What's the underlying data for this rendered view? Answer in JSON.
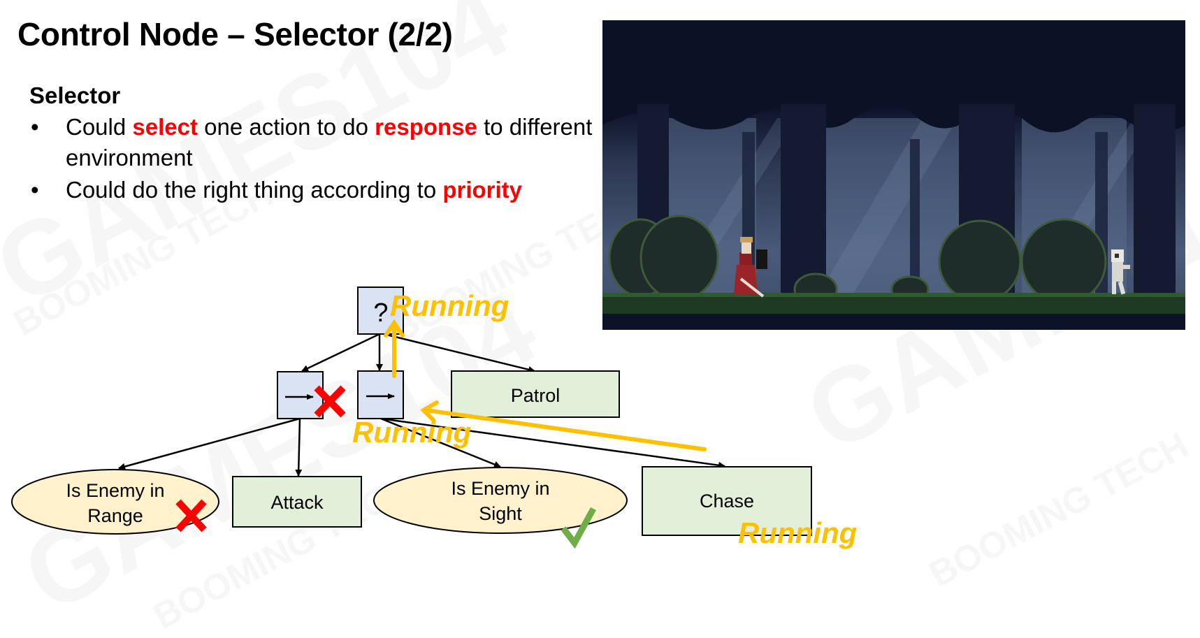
{
  "slide": {
    "title": "Control Node – Selector (2/2)",
    "subheading": "Selector",
    "bullets": [
      {
        "marker": "•",
        "parts": [
          {
            "text": "Could ",
            "emphasis": false
          },
          {
            "text": "select",
            "emphasis": true
          },
          {
            "text": " one action to do ",
            "emphasis": false
          },
          {
            "text": "response",
            "emphasis": true
          },
          {
            "text": " to different environment",
            "emphasis": false
          }
        ]
      },
      {
        "marker": "•",
        "parts": [
          {
            "text": "Could do the right thing according to ",
            "emphasis": false
          },
          {
            "text": "priority",
            "emphasis": true
          }
        ]
      }
    ],
    "watermarks": [
      "GAMES104",
      "BOOMING TECH"
    ]
  },
  "colors": {
    "emphasis": "#ff0000",
    "running": "#ffc000",
    "control_node_fill": "#dae3f3",
    "action_fill": "#e2f0d9",
    "condition_fill": "#fff2cc",
    "fail_mark": "#ff0000",
    "success_mark": "#70ad47"
  },
  "diagram": {
    "nodes": {
      "selector": {
        "type": "selector",
        "symbol": "?"
      },
      "sequence1": {
        "type": "sequence",
        "symbol": "→",
        "status": "failure"
      },
      "sequence2": {
        "type": "sequence",
        "symbol": "→",
        "status": "running"
      },
      "patrol": {
        "type": "action",
        "label": "Patrol"
      },
      "is_enemy_in_range": {
        "type": "condition",
        "label_line1": "Is Enemy in",
        "label_line2": "Range",
        "status": "failure"
      },
      "attack": {
        "type": "action",
        "label": "Attack"
      },
      "is_enemy_in_sight": {
        "type": "condition",
        "label_line1": "Is Enemy in",
        "label_line2": "Sight",
        "status": "success"
      },
      "chase": {
        "type": "action",
        "label": "Chase",
        "status": "running"
      }
    },
    "status_labels": {
      "selector_running": "Running",
      "sequence2_running": "Running",
      "chase_running": "Running"
    },
    "marks": {
      "fail": "✖",
      "success": "✔"
    }
  },
  "game_image": {
    "description": "Pixel-art forest scene: red-cloaked knight with sword and shield facing a skeleton enemy"
  }
}
